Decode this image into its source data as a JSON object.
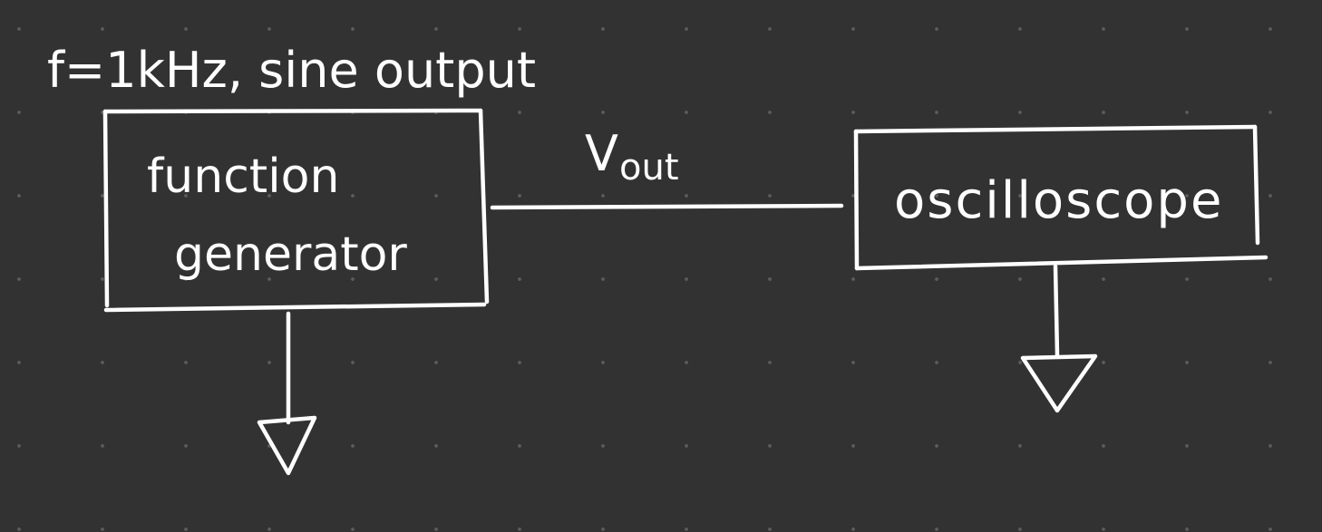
{
  "annotation": "f=1kHz, sine output",
  "function_generator": {
    "line1": "function",
    "line2": "generator"
  },
  "signal": {
    "symbol": "V",
    "subscript": "out"
  },
  "oscilloscope": {
    "label": "oscilloscope"
  },
  "grounds": [
    "ground-symbol",
    "ground-symbol"
  ],
  "colors": {
    "background": "#323232",
    "ink": "#ffffff",
    "grid_dot": "#5c5c5c"
  }
}
